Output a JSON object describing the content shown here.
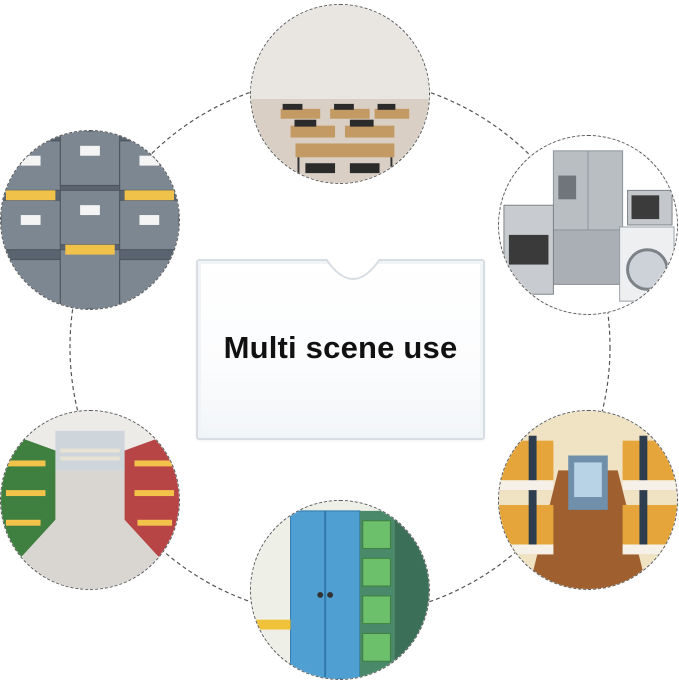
{
  "headline": "Multi scene use",
  "scenes": [
    {
      "name": "classroom",
      "icon": "classroom-icon"
    },
    {
      "name": "kitchen-appliances",
      "icon": "appliances-icon"
    },
    {
      "name": "dormitory-bunk-beds",
      "icon": "dormitory-icon"
    },
    {
      "name": "storage-lockers",
      "icon": "locker-icon"
    },
    {
      "name": "supermarket",
      "icon": "supermarket-icon"
    },
    {
      "name": "filing-cabinets",
      "icon": "filing-cabinet-icon"
    }
  ],
  "colors": {
    "background": "#ffffff",
    "dashed_line": "#555555",
    "sleeve_border": "#d7dde3",
    "headline": "#111111"
  }
}
